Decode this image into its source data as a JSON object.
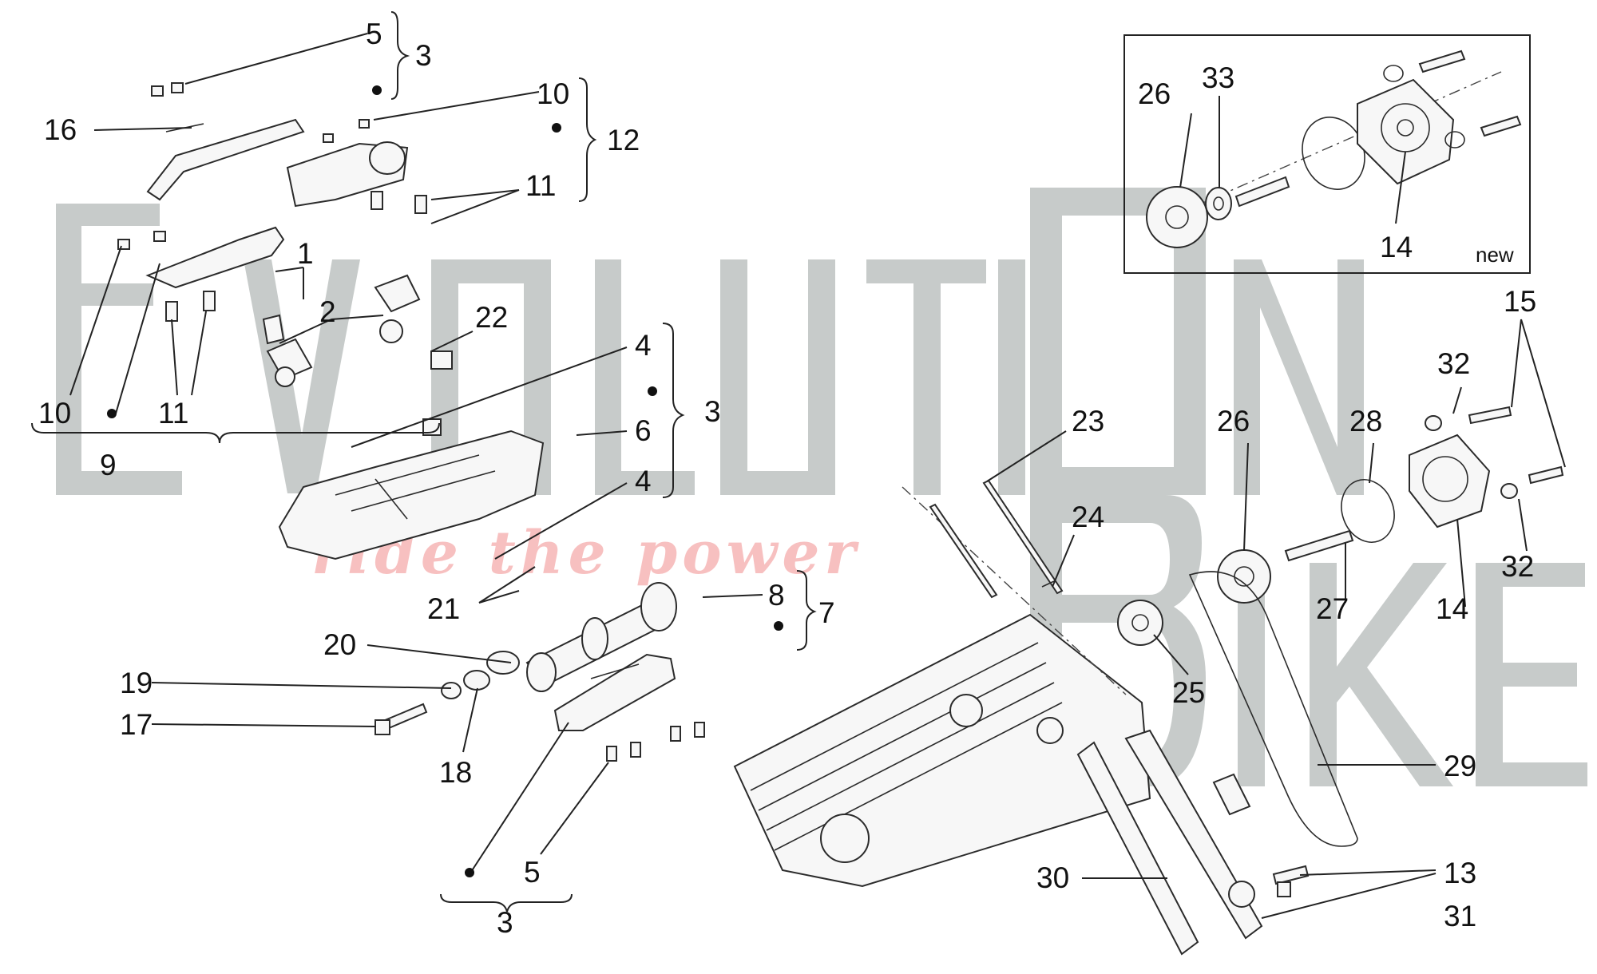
{
  "watermark": {
    "brand_line_1": "EVOLUTION",
    "brand_line_2": "BIKE",
    "tagline": "ride the power"
  },
  "inset": {
    "note": "new"
  },
  "callouts": [
    {
      "id": "c1",
      "text": "1"
    },
    {
      "id": "c2",
      "text": "2"
    },
    {
      "id": "c3a",
      "text": "3"
    },
    {
      "id": "c3b",
      "text": "3"
    },
    {
      "id": "c3c",
      "text": "3"
    },
    {
      "id": "c4a",
      "text": "4"
    },
    {
      "id": "c4b",
      "text": "4"
    },
    {
      "id": "c5a",
      "text": "5"
    },
    {
      "id": "c5b",
      "text": "5"
    },
    {
      "id": "c6",
      "text": "6"
    },
    {
      "id": "c7",
      "text": "7"
    },
    {
      "id": "c8",
      "text": "8"
    },
    {
      "id": "c9",
      "text": "9"
    },
    {
      "id": "c10a",
      "text": "10"
    },
    {
      "id": "c10b",
      "text": "10"
    },
    {
      "id": "c11a",
      "text": "11"
    },
    {
      "id": "c11b",
      "text": "11"
    },
    {
      "id": "c12",
      "text": "12"
    },
    {
      "id": "c13",
      "text": "13"
    },
    {
      "id": "c14a",
      "text": "14"
    },
    {
      "id": "c14b",
      "text": "14"
    },
    {
      "id": "c15",
      "text": "15"
    },
    {
      "id": "c16",
      "text": "16"
    },
    {
      "id": "c17",
      "text": "17"
    },
    {
      "id": "c18",
      "text": "18"
    },
    {
      "id": "c19",
      "text": "19"
    },
    {
      "id": "c20",
      "text": "20"
    },
    {
      "id": "c21",
      "text": "21"
    },
    {
      "id": "c22",
      "text": "22"
    },
    {
      "id": "c23",
      "text": "23"
    },
    {
      "id": "c24",
      "text": "24"
    },
    {
      "id": "c25",
      "text": "25"
    },
    {
      "id": "c26a",
      "text": "26"
    },
    {
      "id": "c26b",
      "text": "26"
    },
    {
      "id": "c27",
      "text": "27"
    },
    {
      "id": "c28",
      "text": "28"
    },
    {
      "id": "c29",
      "text": "29"
    },
    {
      "id": "c30",
      "text": "30"
    },
    {
      "id": "c31",
      "text": "31"
    },
    {
      "id": "c32a",
      "text": "32"
    },
    {
      "id": "c32b",
      "text": "32"
    },
    {
      "id": "c33",
      "text": "33"
    }
  ]
}
